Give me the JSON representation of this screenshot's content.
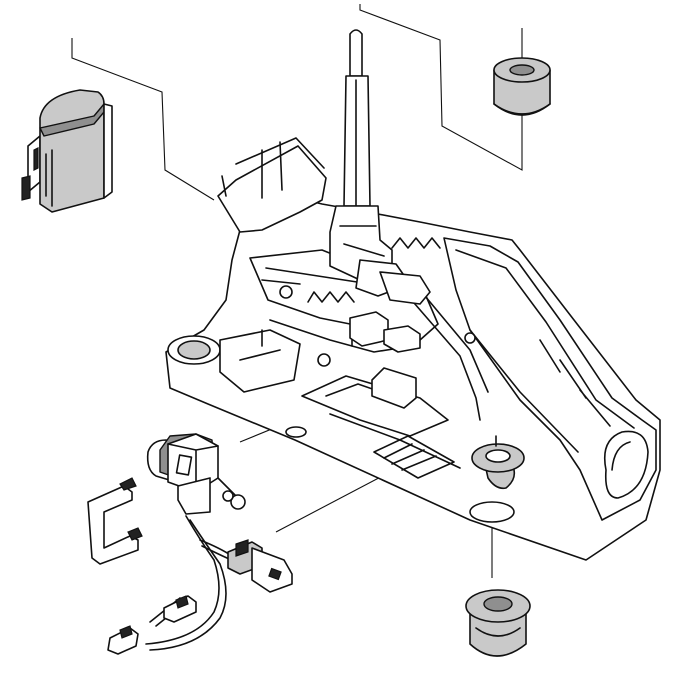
{
  "diagram": {
    "kind": "exploded-parts-illustration",
    "colors": {
      "line": "#111111",
      "part_fill": "#ffffff",
      "rubber_fill": "#c9c9c9",
      "dark_fill": "#8f8f8f"
    },
    "parts": [
      "gear-selector-housing",
      "shift-lever-shaft",
      "cover-cap",
      "rubber-bushing-top",
      "rubber-bushing-middle",
      "rubber-bushing-bottom",
      "shift-lock-solenoid",
      "retaining-clip",
      "wiring-harness",
      "electrical-connector"
    ]
  }
}
